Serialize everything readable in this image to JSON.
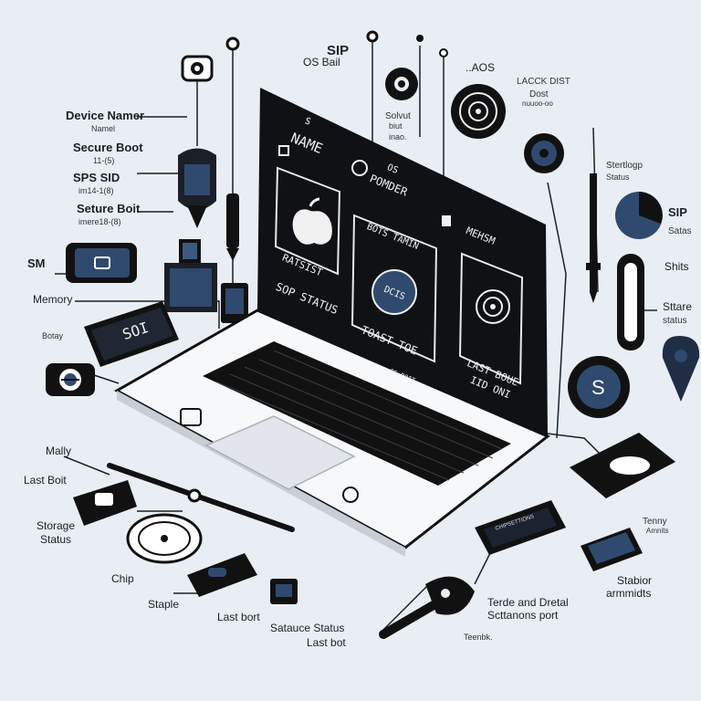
{
  "colors": {
    "background": "#e9eef4",
    "dark": "#121418",
    "navy": "#2f4a6e",
    "white": "#ffffff"
  },
  "labels": {
    "device_namer": "Device Namer",
    "namel": "Namel",
    "secure_boot": "Secure Boot",
    "secure_boot_sub": "11-(5)",
    "sps_sid": "SPS SID",
    "sps_sid_sub": "im14-1(8)",
    "seture_boit": "Seture Boit",
    "seture_boit_sub": "imere18-(8)",
    "sm": "SM",
    "memory": "Memory",
    "botay": "Botay",
    "mally": "Mally",
    "last_boit": "Last Boit",
    "storage_status_1": "Storage",
    "storage_status_2": "Status",
    "chip": "Chip",
    "staple": "Staple",
    "last_bort_1": "Last bort",
    "satauce_status": "Satauce Status",
    "last_bot": "Last bot",
    "sip": "SIP",
    "os_bail": "OS Bail",
    "solvut_1": "Solvut",
    "solvut_2": "biut",
    "solvut_3": "inao.",
    "aos": "..AOS",
    "lacck_dist": "LACCK DIST",
    "dost": "Dost",
    "dost_sub": "nuuoo-oo",
    "stertlogp": "Stertlogp",
    "status_small": "Status",
    "sip_right": "SIP",
    "satas": "Satas",
    "shits": "Shits",
    "sttare": "Sttare",
    "status_right": "status",
    "tenny": "Tenny",
    "tenny_sub": "Amnits",
    "stabior_1": "Stabior",
    "stabior_2": "armmidts",
    "terde_1": "Terde and Dretal",
    "terde_2": "Scttanons port",
    "tenbk": "Teenbk.",
    "chip_label": "CHIPSETTIONS",
    "soi": "SOI"
  },
  "screen": {
    "name_short": "S",
    "name": "NAME",
    "ratsist": "RATSIST",
    "sop_status": "SOP STATUS",
    "os_num": "OS",
    "pomder": "POMDER",
    "bots_tamin": "BOTS TAMIN",
    "dcis": "DCIS",
    "toast_toe": "TOAST TOE",
    "mehsm": "MEHSM",
    "last_boue_1": "LAST BOUE",
    "last_boue_2": "IID ONI",
    "os_bott": "OS BOIT"
  },
  "icons": [
    "apple-logo-icon",
    "target-icon",
    "gear-icon",
    "fingerprint-icon",
    "lock-icon",
    "key-icon",
    "chip-icon",
    "pin-icon",
    "dial-icon",
    "pen-icon"
  ]
}
